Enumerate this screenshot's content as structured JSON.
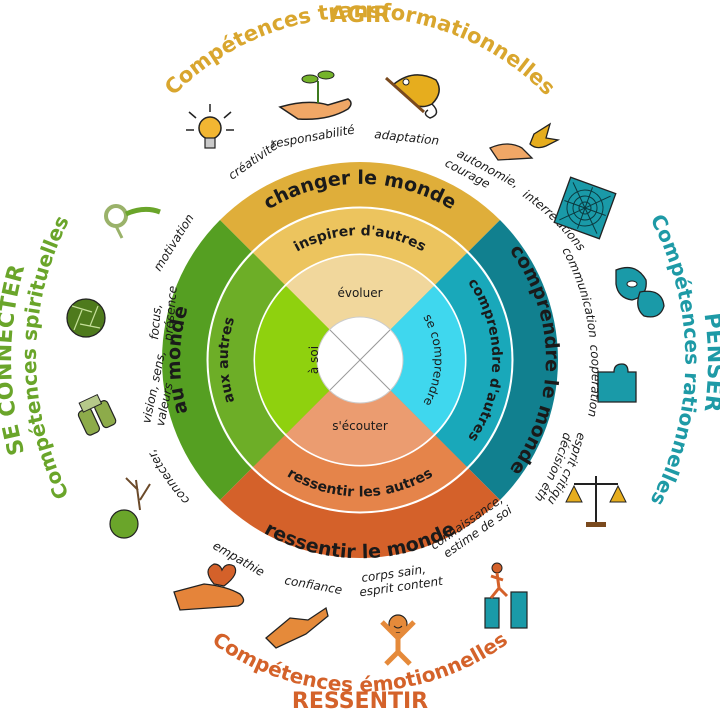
{
  "headings": {
    "agir": "AGIR",
    "agir_sub": "Compétences transformationnelles",
    "penser": "PENSER",
    "penser_sub": "Compétences rationnelles",
    "ressentir": "RESSENTIR",
    "ressentir_sub": "Compétences émotionnelles",
    "connecter": "SE CONNECTER",
    "connecter_sub": "Compétences spirituelles"
  },
  "colors": {
    "agir": "#d9a62e",
    "penser": "#1e9aa6",
    "ressentir": "#d4622a",
    "connecter": "#6aa52a"
  },
  "rings": {
    "top": [
      "changer le monde",
      "inspirer d'autres",
      "évoluer"
    ],
    "right": [
      "comprendre le monde",
      "comprendre d'autres",
      "se comprendre"
    ],
    "bottom": [
      "ressentir le monde",
      "ressentir les autres",
      "s'écouter"
    ],
    "left": [
      "au monde",
      "aux autres",
      "à soi"
    ]
  },
  "skills": {
    "creativite": "créativité",
    "responsabilite": "responsabilité",
    "adaptation": "adaptation",
    "autonomie_1": "autonomie,",
    "autonomie_2": "courage",
    "interrelations": "interrelations",
    "communication": "communication",
    "cooperation": "coopération",
    "esprit_critique": "esprit critique,",
    "decision_ethique": "décision éthique",
    "connaissance_1": "connaissance,",
    "connaissance_2": "estime de soi",
    "corps_1": "corps sain,",
    "corps_2": "esprit content",
    "confiance": "confiance",
    "empathie": "empathie",
    "connecter_1": "connecter,",
    "vision_1": "vision, sens,",
    "vision_2": "valeurs",
    "focus_1": "focus,",
    "focus_2": "présence",
    "motivation": "motivation"
  },
  "icons": [
    "lightbulb-icon",
    "hand-with-sprout-icon",
    "chameleon-icon",
    "hand-releasing-bird-icon",
    "spider-web-icon",
    "speech-heads-icon",
    "puzzle-icon",
    "scales-icon",
    "person-climbing-icon",
    "happy-person-icon",
    "handshake-icon",
    "hand-with-heart-icon",
    "tree-icon",
    "binoculars-icon",
    "camera-shutter-icon",
    "lasso-icon"
  ]
}
